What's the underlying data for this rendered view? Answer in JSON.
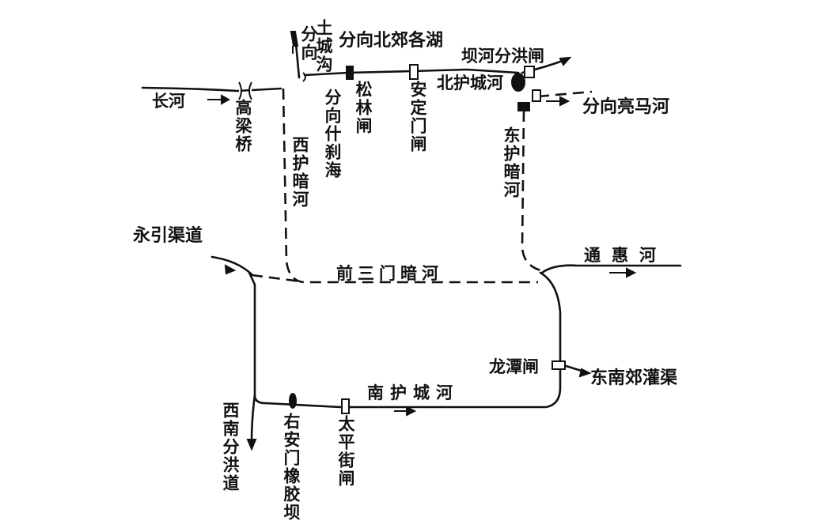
{
  "labels": {
    "chang_he": "长河",
    "gaoliang_qiao": "高梁桥",
    "fenxiang_tuchenggou": "分向",
    "tucheng_gou": "土城沟",
    "fenxiang_beijiao": "分向北郊各湖",
    "fenxiang_shichahai": "分向什刹海",
    "songlin_zha": "松林闸",
    "anding_men_zha": "安定门闸",
    "bei_hucheng_he": "北护城河",
    "bahe_fenhong_zha": "坝河分洪闸",
    "fenxiang_liangma_he": "分向亮马河",
    "xi_hu_an_he": "西护暗河",
    "dong_hu_an_he": "东护暗河",
    "yongyin_qudao": "永引渠道",
    "qiansanmen_an_he": "前三门暗河",
    "tonghui_he": "通惠河",
    "longtan_zha": "龙潭闸",
    "dongnan_jiao_guanqu": "东南郊灌渠",
    "nan_hucheng_he": "南护城河",
    "xinan_fenhong_dao": "西南分洪道",
    "youanmen_xiangjiao_ba": "右安门橡胶坝",
    "taiping_jie_zha": "太平街闸"
  }
}
